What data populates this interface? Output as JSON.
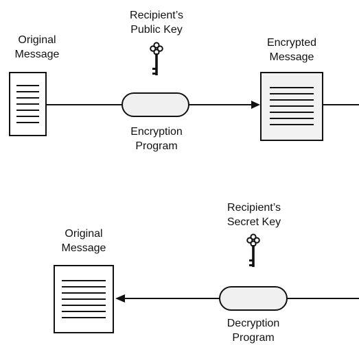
{
  "encryption": {
    "original_label_1": "Original",
    "original_label_2": "Message",
    "key_label_1": "Recipient’s",
    "key_label_2": "Public Key",
    "encrypted_label_1": "Encrypted",
    "encrypted_label_2": "Message",
    "program_label_1": "Encryption",
    "program_label_2": "Program"
  },
  "decryption": {
    "key_label_1": "Recipient’s",
    "key_label_2": "Secret Key",
    "original_label_1": "Original",
    "original_label_2": "Message",
    "program_label_1": "Decryption",
    "program_label_2": "Program"
  },
  "icons": [
    "document-icon",
    "key-icon",
    "program-capsule-icon",
    "arrow-icon"
  ],
  "colors": {
    "stroke": "#111111",
    "encrypted_fill": "#f2f2f2"
  }
}
